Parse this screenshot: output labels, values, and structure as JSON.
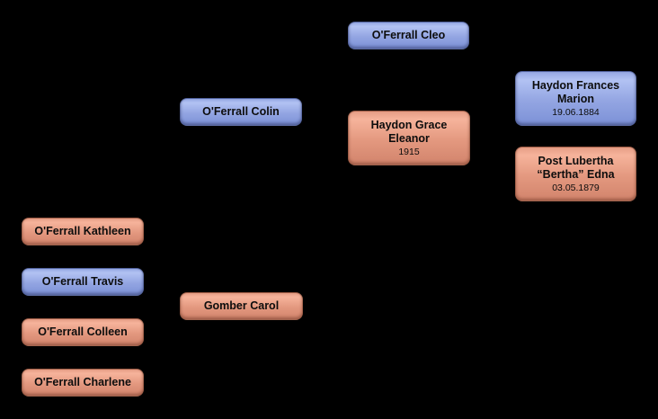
{
  "diagram": {
    "type": "family-tree",
    "background_color": "#000000",
    "palette": {
      "blue_box_top": "#b2c2f3",
      "blue_box_bottom": "#7c91d7",
      "salmon_box_top": "#f6b39b",
      "salmon_box_bottom": "#d2846c",
      "text_color": "#0d0d0d"
    },
    "nodes": [
      {
        "id": "kathleen",
        "name": "O'Ferrall Kathleen",
        "date": "",
        "color": "salmon"
      },
      {
        "id": "travis",
        "name": "O'Ferrall Travis",
        "date": "",
        "color": "blue"
      },
      {
        "id": "colleen",
        "name": "O'Ferrall Colleen",
        "date": "",
        "color": "salmon"
      },
      {
        "id": "charlene",
        "name": "O'Ferrall Charlene",
        "date": "",
        "color": "salmon"
      },
      {
        "id": "colin",
        "name": "O'Ferrall Colin",
        "date": "",
        "color": "blue"
      },
      {
        "id": "carol",
        "name": "Gomber Carol",
        "date": "",
        "color": "salmon"
      },
      {
        "id": "cleo",
        "name": "O'Ferrall Cleo",
        "date": "",
        "color": "blue"
      },
      {
        "id": "grace",
        "name": "Haydon Grace Eleanor",
        "date": "1915",
        "color": "salmon"
      },
      {
        "id": "frances",
        "name": "Haydon Frances Marion",
        "date": "19.06.1884",
        "color": "blue"
      },
      {
        "id": "lubertha",
        "name": "Post Lubertha “Bertha” Edna",
        "date": "03.05.1879",
        "color": "salmon"
      }
    ]
  }
}
